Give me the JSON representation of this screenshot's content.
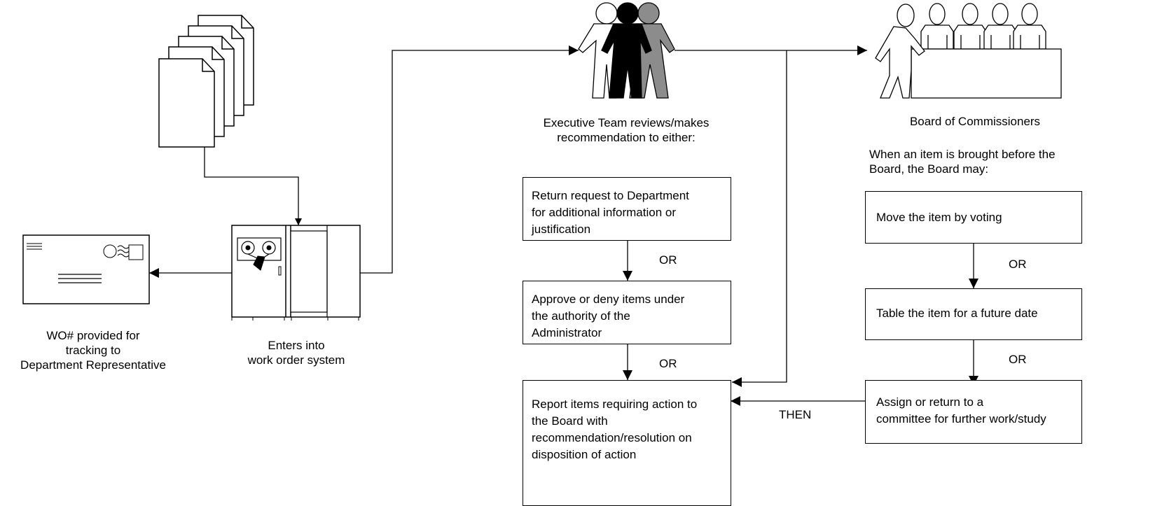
{
  "top_caption": "",
  "labels": {
    "wo_provided": [
      "WO# provided for",
      "tracking to",
      "Department Representative"
    ],
    "enters_system": [
      "Enters into",
      "work order system"
    ],
    "exec_team": [
      "Executive Team reviews/makes",
      "recommendation to either:"
    ],
    "board": "Board of Commissioners",
    "board_may": [
      "When an item is brought before the",
      "Board, the Board may:"
    ]
  },
  "exec_boxes": [
    [
      "Return request to Department",
      "for additional information or",
      "justification"
    ],
    [
      "Approve or deny items under",
      "the authority of the",
      "Administrator"
    ],
    [
      "Report items requiring action to",
      "the Board with",
      "recommendation/resolution on",
      "disposition of action"
    ]
  ],
  "board_boxes": [
    [
      "Move the item by voting"
    ],
    [
      "Table the item for a future date"
    ],
    [
      "Assign or return to a",
      "committee for further work/study"
    ]
  ],
  "connectors": {
    "or_exec_1": "OR",
    "or_exec_2": "OR",
    "or_board_1": "OR",
    "or_board_2": "OR",
    "then": "THEN"
  },
  "icons": [
    "document-stack-icon",
    "envelope-icon",
    "computer-terminal-icon",
    "executive-team-icon",
    "board-of-commissioners-icon"
  ]
}
